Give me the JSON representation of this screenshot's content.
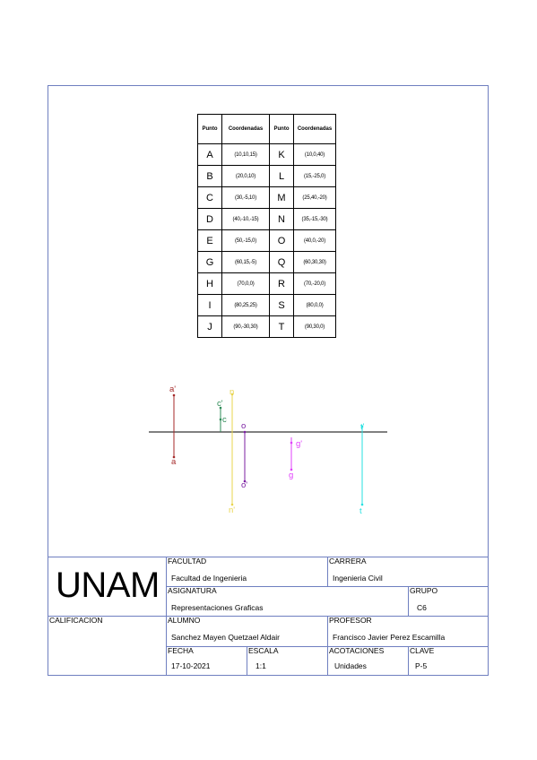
{
  "table": {
    "headers": [
      "Punto",
      "Coordenadas",
      "Punto",
      "Coordenadas"
    ],
    "rows": [
      [
        "A",
        "(10,10,15)",
        "K",
        "(10,0,40)"
      ],
      [
        "B",
        "(20,0,10)",
        "L",
        "(15,-25,0)"
      ],
      [
        "C",
        "(30,-5,10)",
        "M",
        "(25,40,-20)"
      ],
      [
        "D",
        "(40,-10,-15)",
        "N",
        "(35,-15,-30)"
      ],
      [
        "E",
        "(50,-15,0)",
        "O",
        "(40,0,-20)"
      ],
      [
        "G",
        "(60,15,-5)",
        "Q",
        "(60,30,30)"
      ],
      [
        "H",
        "(70,0,0)",
        "R",
        "(70,-20,0)"
      ],
      [
        "I",
        "(80,25,25)",
        "S",
        "(80,0,0)"
      ],
      [
        "J",
        "(90,-30,30)",
        "T",
        "(90,30,0)"
      ]
    ]
  },
  "diagram": {
    "colors": {
      "a": "#a52a2a",
      "c": "#2e8b57",
      "n": "#e8d44d",
      "o": "#7b1fa2",
      "g": "#e040fb",
      "t": "#26e0e0",
      "axis": "#000000"
    },
    "labels": {
      "a_top": "a'",
      "a_bottom": "a",
      "c_top": "c'",
      "c_bottom": "c",
      "n_top": "n",
      "n_bottom": "n'",
      "o_top": "o",
      "o_bottom": "o'",
      "g_top": "g'",
      "g_bottom": "g",
      "t_top": "t'",
      "t_bottom": "t"
    }
  },
  "title_block": {
    "logo": "UNAM",
    "facultad_label": "FACULTAD",
    "facultad_value": "Facultad de Ingenieria",
    "carrera_label": "CARRERA",
    "carrera_value": "Ingenieria Civil",
    "asignatura_label": "ASIGNATURA",
    "asignatura_value": "Representaciones Graficas",
    "grupo_label": "GRUPO",
    "grupo_value": "C6",
    "calificacion_label": "CALIFICACION",
    "alumno_label": "ALUMNO",
    "alumno_value": "Sanchez Mayen Quetzael Aldair",
    "profesor_label": "PROFESOR",
    "profesor_value": "Francisco Javier Perez Escamilla",
    "fecha_label": "FECHA",
    "fecha_value": "17-10-2021",
    "escala_label": "ESCALA",
    "escala_value": "1:1",
    "acotaciones_label": "ACOTACIONES",
    "acotaciones_value": "Unidades",
    "clave_label": "CLAVE",
    "clave_value": "P-5"
  }
}
